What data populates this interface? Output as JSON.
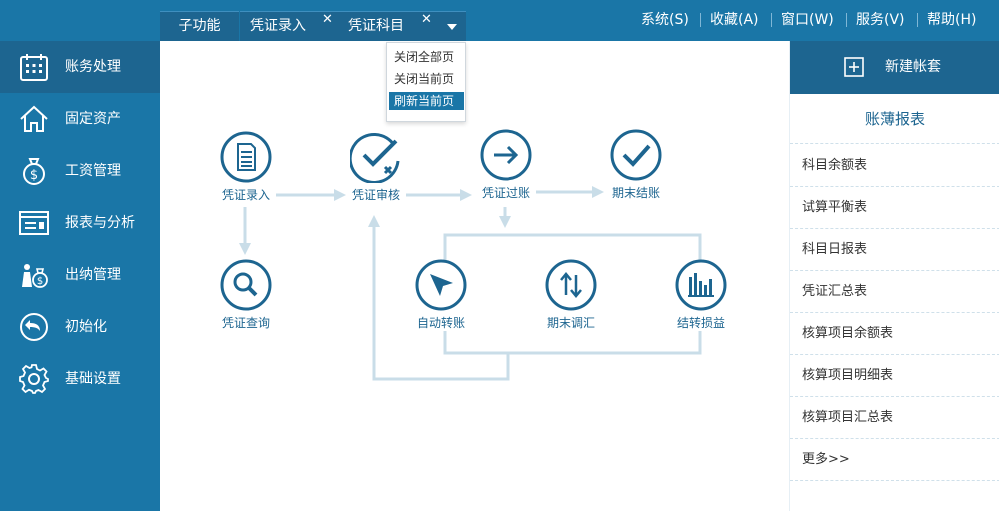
{
  "tabs": {
    "sub_function": "子功能",
    "items": [
      {
        "label": "凭证录入",
        "close": "✕"
      },
      {
        "label": "凭证科目",
        "close": "✕"
      }
    ]
  },
  "menu": [
    "系统(S)",
    "收藏(A)",
    "窗口(W)",
    "服务(V)",
    "帮助(H)"
  ],
  "sidebar": {
    "items": [
      {
        "label": "账务处理",
        "icon": "calendar-icon",
        "active": true
      },
      {
        "label": "固定资产",
        "icon": "house-icon"
      },
      {
        "label": "工资管理",
        "icon": "money-bag-icon"
      },
      {
        "label": "报表与分析",
        "icon": "report-icon"
      },
      {
        "label": "出纳管理",
        "icon": "cashier-icon"
      },
      {
        "label": "初始化",
        "icon": "reset-icon"
      },
      {
        "label": "基础设置",
        "icon": "gear-icon"
      }
    ]
  },
  "flow": {
    "nodes": [
      {
        "label": "凭证录入",
        "icon": "document-icon"
      },
      {
        "label": "凭证审核",
        "icon": "audit-check-icon"
      },
      {
        "label": "凭证过账",
        "icon": "arrow-right-icon"
      },
      {
        "label": "期末结账",
        "icon": "checkmark-icon"
      },
      {
        "label": "凭证查询",
        "icon": "search-icon"
      },
      {
        "label": "自动转账",
        "icon": "send-icon"
      },
      {
        "label": "期末调汇",
        "icon": "exchange-icon"
      },
      {
        "label": "结转损益",
        "icon": "bar-chart-icon"
      }
    ]
  },
  "dropdown": {
    "items": [
      {
        "label": "关闭全部页"
      },
      {
        "label": "关闭当前页"
      },
      {
        "label": "刷新当前页",
        "selected": true
      }
    ]
  },
  "right_panel": {
    "new_account_label": "新建帐套",
    "title": "账薄报表",
    "items": [
      "科目余额表",
      "试算平衡表",
      "科目日报表",
      "凭证汇总表",
      "核算项目余额表",
      "核算项目明细表",
      "核算项目汇总表",
      "更多>>"
    ]
  },
  "colors": {
    "primary": "#1a76a7",
    "primary_dark": "#1d6590",
    "flow_line": "#c9dde8"
  }
}
